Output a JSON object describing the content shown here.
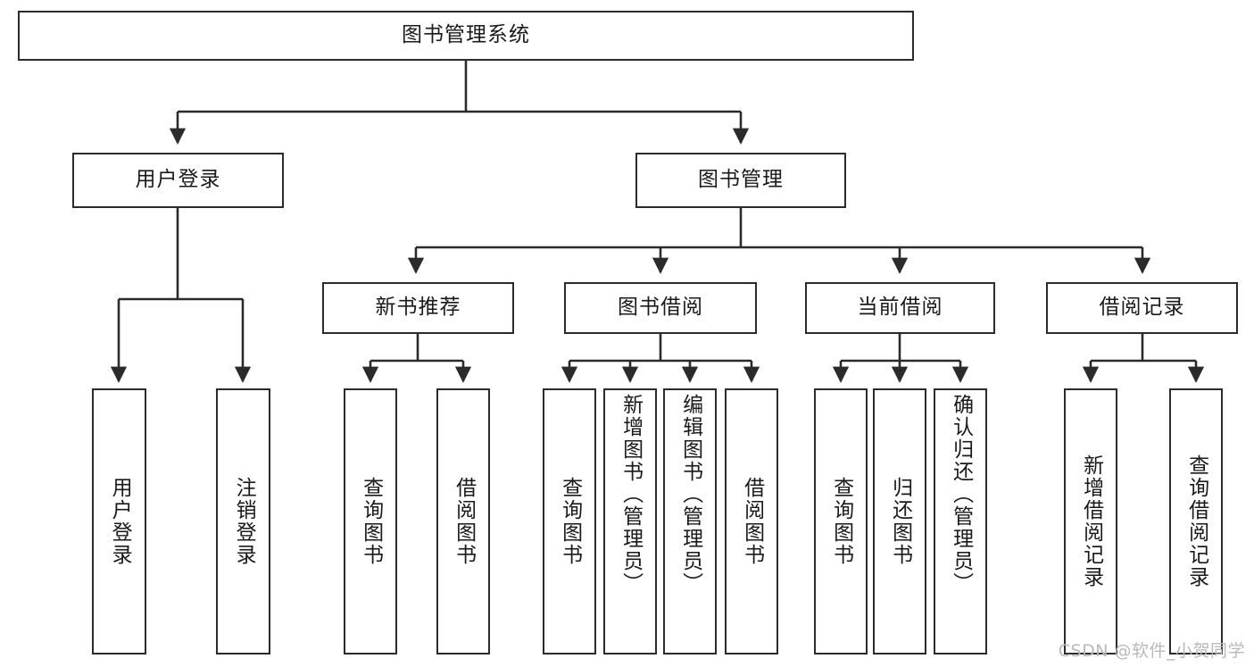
{
  "diagram": {
    "title": "图书管理系统",
    "type": "hierarchy-tree",
    "orientation": "top-down",
    "line_color": "#2b2b2b",
    "box_fill": "#ffffff",
    "text_color": "#1a1a1a",
    "watermark": "CSDN @软件_小贺同学"
  },
  "nodes": {
    "root": {
      "label": "图书管理系统"
    },
    "level2": [
      {
        "label": "用户登录"
      },
      {
        "label": "图书管理"
      }
    ],
    "level3": [
      {
        "label": "新书推荐"
      },
      {
        "label": "图书借阅"
      },
      {
        "label": "当前借阅"
      },
      {
        "label": "借阅记录"
      }
    ],
    "leaves": {
      "user_login": [
        {
          "label": "用户登录"
        },
        {
          "label": "注销登录"
        }
      ],
      "new_book_recommend": [
        {
          "label": "查询图书"
        },
        {
          "label": "借阅图书"
        }
      ],
      "book_borrow": [
        {
          "label": "查询图书"
        },
        {
          "label": "新增图书（管理员）"
        },
        {
          "label": "编辑图书（管理员）"
        },
        {
          "label": "借阅图书"
        }
      ],
      "current_borrow": [
        {
          "label": "查询图书"
        },
        {
          "label": "归还图书"
        },
        {
          "label": "确认归还（管理员）"
        }
      ],
      "borrow_record": [
        {
          "label": "新增借阅记录"
        },
        {
          "label": "查询借阅记录"
        }
      ]
    }
  }
}
